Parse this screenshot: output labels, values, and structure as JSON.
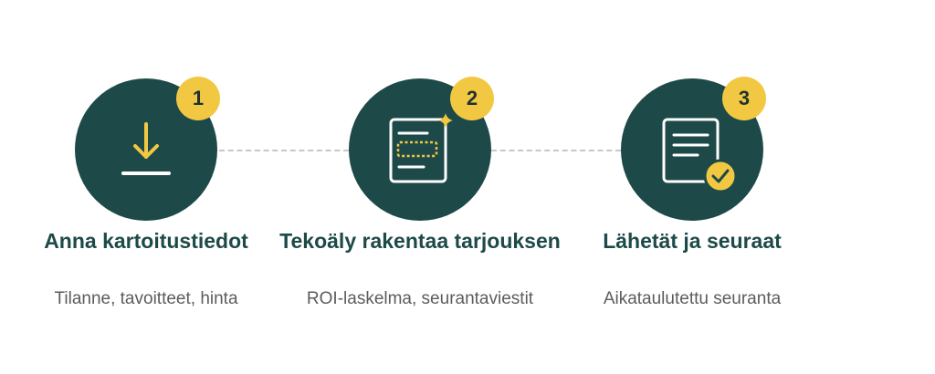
{
  "colors": {
    "circle": "#1d4a48",
    "badge": "#f2c843",
    "title": "#1d4a48",
    "description": "#5c5c5c",
    "connector": "#c7c7c7"
  },
  "steps": [
    {
      "number": "1",
      "icon": "download-icon",
      "title": "Anna kartoitustiedot",
      "description": "Tilanne, tavoitteet, hinta"
    },
    {
      "number": "2",
      "icon": "ai-document-icon",
      "title": "Tekoäly rakentaa tarjouksen",
      "description": "ROI-laskelma, seurantaviestit"
    },
    {
      "number": "3",
      "icon": "document-check-icon",
      "title": "Lähetät ja seuraat",
      "description": "Aikataulutettu seuranta"
    }
  ]
}
